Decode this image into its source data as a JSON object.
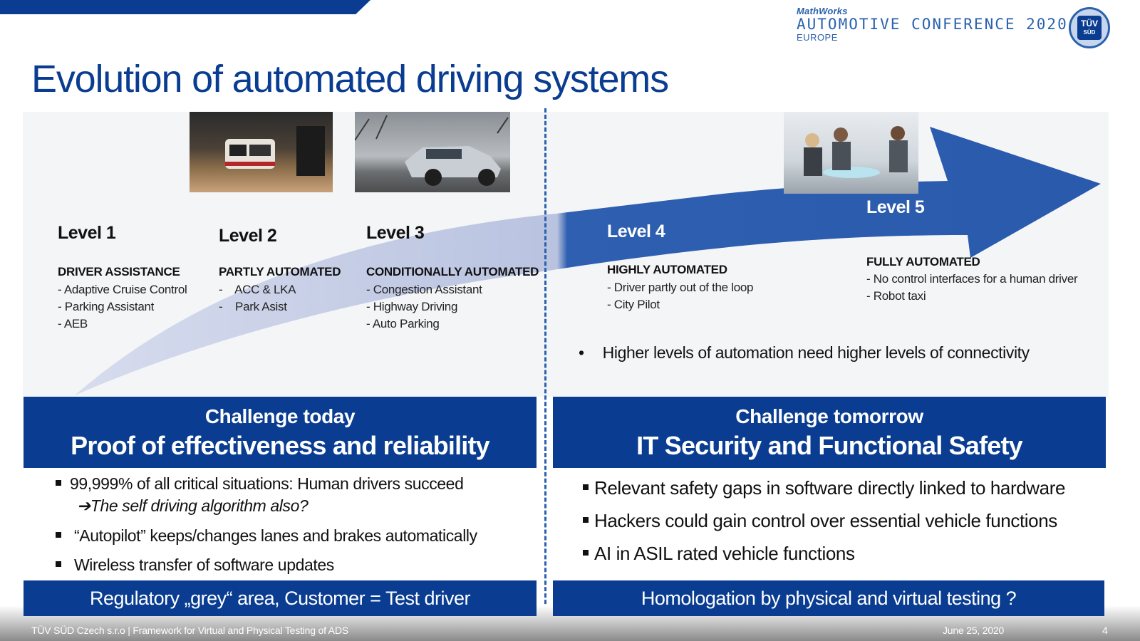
{
  "header": {
    "conference_brand": "MathWorks",
    "conference_name": "AUTOMOTIVE CONFERENCE 2020",
    "conference_region": "EUROPE",
    "logo_text_top": "TÜV",
    "logo_text_bottom": "SÜD"
  },
  "title": "Evolution of automated driving systems",
  "levels": [
    {
      "label": "Level 1",
      "title": "DRIVER ASSISTANCE",
      "items": [
        "-  Adaptive Cruise Control",
        "-  Parking Assistant",
        "-  AEB"
      ]
    },
    {
      "label": "Level 2",
      "title": "PARTLY AUTOMATED",
      "items": [
        "-    ACC & LKA",
        "-    Park Asist"
      ]
    },
    {
      "label": "Level 3",
      "title": "CONDITIONALLY AUTOMATED",
      "items": [
        "-  Congestion Assistant",
        "-  Highway Driving",
        "-  Auto Parking"
      ]
    },
    {
      "label": "Level 4",
      "title": "HIGHLY AUTOMATED",
      "items": [
        "-  Driver partly out of the loop",
        "-  City Pilot"
      ]
    },
    {
      "label": "Level 5",
      "title": "FULLY AUTOMATED",
      "items": [
        "-  No control interfaces for a human driver",
        "-  Robot taxi"
      ]
    }
  ],
  "connectivity_note": "Higher levels of automation need higher levels of connectivity",
  "left_challenge": {
    "sub": "Challenge today",
    "head": "Proof of effectiveness and reliability",
    "bullets": [
      "99,999% of all critical situations: Human drivers succeed",
      "“Autopilot” keeps/changes lanes and brakes automatically",
      "Wireless transfer of software updates"
    ],
    "arrow_line": "The self driving algorithm also?",
    "bottom": "Regulatory „grey“ area, Customer  =  Test driver"
  },
  "right_challenge": {
    "sub": "Challenge tomorrow",
    "head": "IT Security and Functional Safety",
    "bullets": [
      "Relevant safety gaps in software directly linked to hardware",
      "Hackers could gain control over essential vehicle functions",
      "AI in ASIL rated vehicle functions"
    ],
    "bottom": "Homologation by physical and virtual testing ?"
  },
  "footer": {
    "left": "TÜV SÜD Czech s.r.o | Framework for Virtual and Physical Testing of ADS",
    "date": "June 25, 2020",
    "page": "4"
  },
  "colors": {
    "brand_blue": "#0a3d91",
    "arrow_light": "#c5cde6",
    "arrow_dark": "#2f5fb0"
  }
}
